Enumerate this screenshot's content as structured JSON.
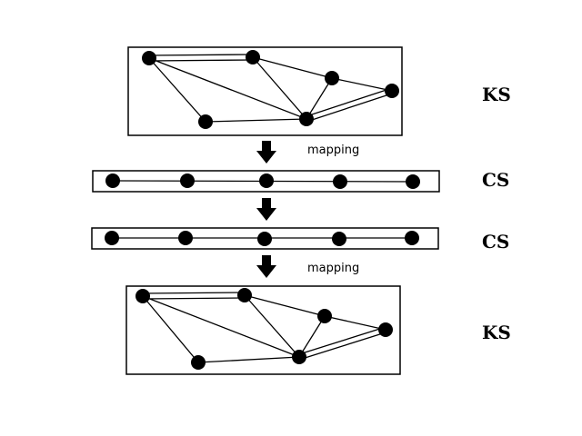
{
  "stages": [
    {
      "label": "KS",
      "kind": "graph"
    },
    {
      "label": "CS",
      "kind": "chain"
    },
    {
      "label": "CS",
      "kind": "chain"
    },
    {
      "label": "KS",
      "kind": "graph"
    }
  ],
  "transitions": [
    {
      "text": "mapping"
    },
    {
      "text": ""
    },
    {
      "text": "mapping"
    }
  ]
}
